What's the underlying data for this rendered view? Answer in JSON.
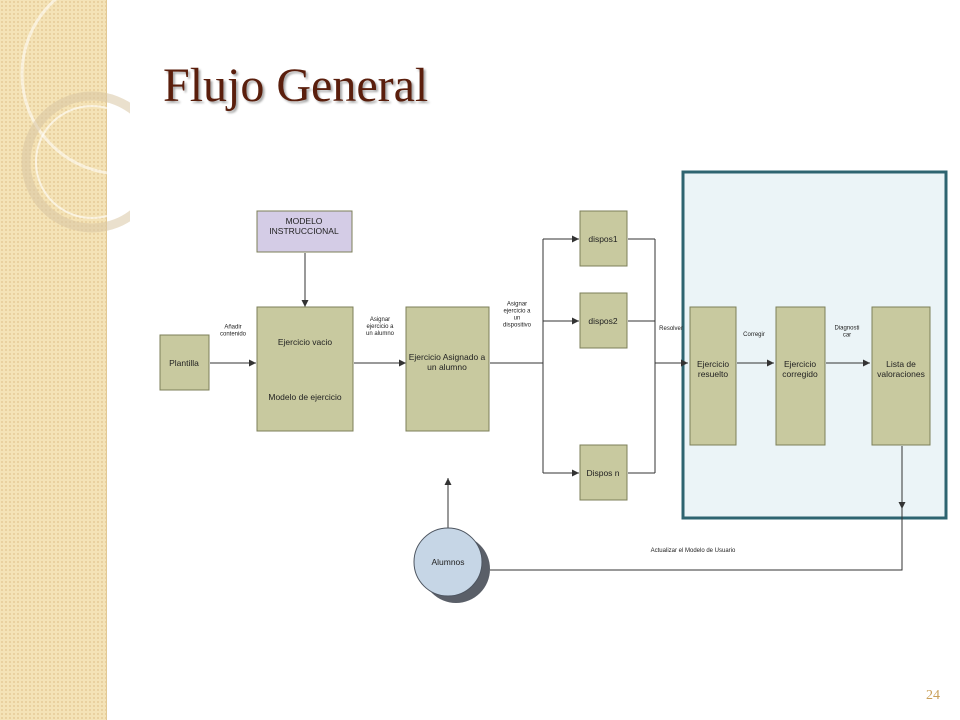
{
  "slide": {
    "title": "Flujo General",
    "page_number": "24"
  },
  "diagram": {
    "nodes": {
      "modelo": "MODELO\nINSTRUCCIONAL",
      "plantilla": "Plantilla",
      "ejercicio_vacio": "Ejercicio vacio",
      "modelo_ejercicio": "Modelo de ejercicio",
      "ejercicio_asignado": "Ejercicio Asignado a\nun alumno",
      "dispos1": "dispos1",
      "dispos2": "dispos2",
      "disposn": "Dispos n",
      "resuelto": "Ejercicio\nresuelto",
      "corregido": "Ejercicio\ncorregido",
      "lista": "Lista de\nvaloraciones",
      "alumnos": "Alumnos"
    },
    "edges": {
      "anadir": "Añadir\ncontenido",
      "asignar_alumno": "Asignar\nejercicio a\nun alumno",
      "asignar_dispositivo": "Asignar\nejercicio a\nun\ndispositivo",
      "resolver": "Resolver",
      "corregir": "Corregir",
      "diagnosticar": "Diagnosti\ncar",
      "actualizar": "Actualizar el Modelo de Usuario"
    },
    "colors": {
      "box_fill": "#c8c99f",
      "modelo_fill": "#d4cce6",
      "highlight_fill": "#ebf4f7",
      "highlight_border": "#2e6470",
      "circle_fill": "#c6d6e6"
    }
  }
}
